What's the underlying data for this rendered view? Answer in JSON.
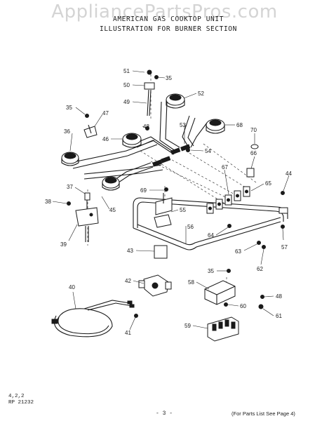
{
  "watermark": "AppliancePartsPros.com",
  "header": {
    "line1": "AMERICAN GAS COOKTOP UNIT",
    "line2": "ILLUSTRATION FOR BURNER SECTION"
  },
  "callouts": [
    "51",
    "35",
    "50",
    "49",
    "52",
    "35",
    "47",
    "48",
    "53",
    "68",
    "70",
    "36",
    "46",
    "54",
    "66",
    "67",
    "44",
    "65",
    "37",
    "69",
    "55",
    "38",
    "45",
    "56",
    "64",
    "39",
    "57",
    "43",
    "63",
    "62",
    "35",
    "42",
    "58",
    "40",
    "48",
    "60",
    "61",
    "41",
    "59"
  ],
  "footer": {
    "code_line1": "4,2,2",
    "code_line2": "RP 21232",
    "page_number": "- 3 -",
    "note": "(For Parts List See Page 4)"
  }
}
